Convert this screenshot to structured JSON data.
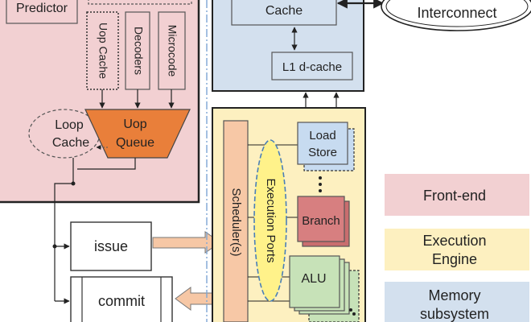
{
  "front_end": {
    "predictor": "Predictor",
    "uop_cache": "Uop Cache",
    "decoders": "Decoders",
    "microcode": "Microcode",
    "loop_cache_line1": "Loop",
    "loop_cache_line2": "Cache",
    "uop_queue_line1": "Uop",
    "uop_queue_line2": "Queue"
  },
  "pipeline": {
    "issue": "issue",
    "commit": "commit"
  },
  "memory": {
    "cache": "Cache",
    "l1_dcache": "L1 d-cache",
    "interconnect": "Interconnect"
  },
  "execution": {
    "scheduler": "Scheduler(s)",
    "execution_ports": "Execution Ports",
    "load_store_line1": "Load",
    "load_store_line2": "Store",
    "branch": "Branch",
    "alu": "ALU"
  },
  "legend": {
    "front_end": "Front-end",
    "execution_engine_line1": "Execution",
    "execution_engine_line2": "Engine",
    "memory_subsystem_line1": "Memory",
    "memory_subsystem_line2": "subsystem"
  },
  "colors": {
    "front_end_bg": "#f2d0d2",
    "execution_bg": "#fdf0c0",
    "memory_bg": "#d3e0ee",
    "uop_queue": "#e97f3a",
    "scheduler": "#f7c8a6",
    "branch": "#d77f80",
    "alu": "#c7e2b8",
    "load_store": "#c7dbf0",
    "exec_ports": "#fff28a",
    "arrow_fill": "#f6c7a5"
  }
}
